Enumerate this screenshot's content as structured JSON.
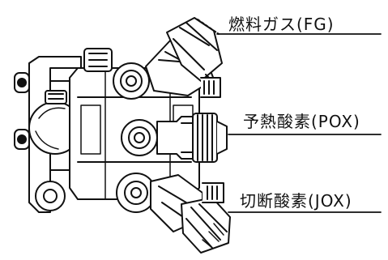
{
  "labels": {
    "fuel_gas": "燃料ガス(FG)",
    "preheat_oxygen": "予熱酸素(POX)",
    "cutting_oxygen": "切断酸素(JOX)"
  },
  "colors": {
    "ink": "#111111",
    "paper": "#ffffff"
  }
}
